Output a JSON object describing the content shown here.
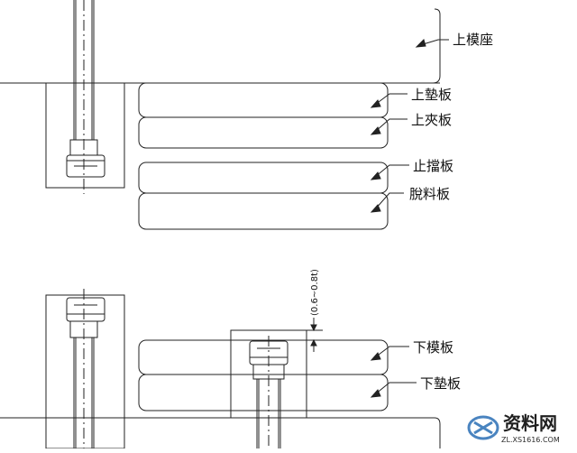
{
  "labels": {
    "upper_die_seat": "上模座",
    "upper_backing_plate": "上墊板",
    "upper_clamp_plate": "上夾板",
    "stop_plate": "止擋板",
    "stripper_plate": "脫料板",
    "lower_die_plate": "下模板",
    "lower_backing_plate": "下墊板"
  },
  "dimension": "(0.6~0.8t)",
  "watermark": {
    "title": "资料网",
    "subtitle": "ZL.XS1616.COM",
    "color": "#2a6fb5"
  }
}
